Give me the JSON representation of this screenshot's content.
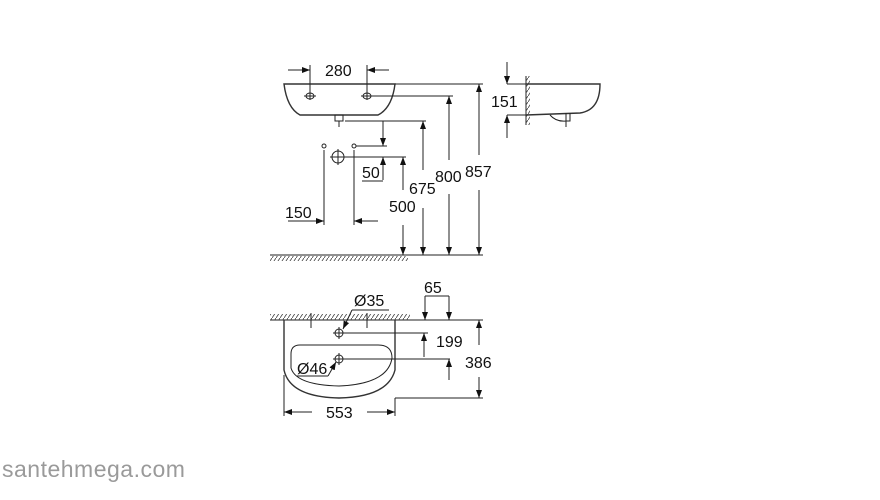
{
  "dimensions": {
    "tap_spacing": "280",
    "side_depth": "151",
    "mount_offset": "50",
    "mount_spacing": "150",
    "drain_height": "500",
    "waste_height": "675",
    "rim_height": "800",
    "overall_height": "857",
    "tap_hole_diameter": "Ø35",
    "setback": "65",
    "tap_hole_depth": "199",
    "overall_depth": "386",
    "drain_diameter": "Ø46",
    "width": "553"
  },
  "watermark": "santehmega.com"
}
